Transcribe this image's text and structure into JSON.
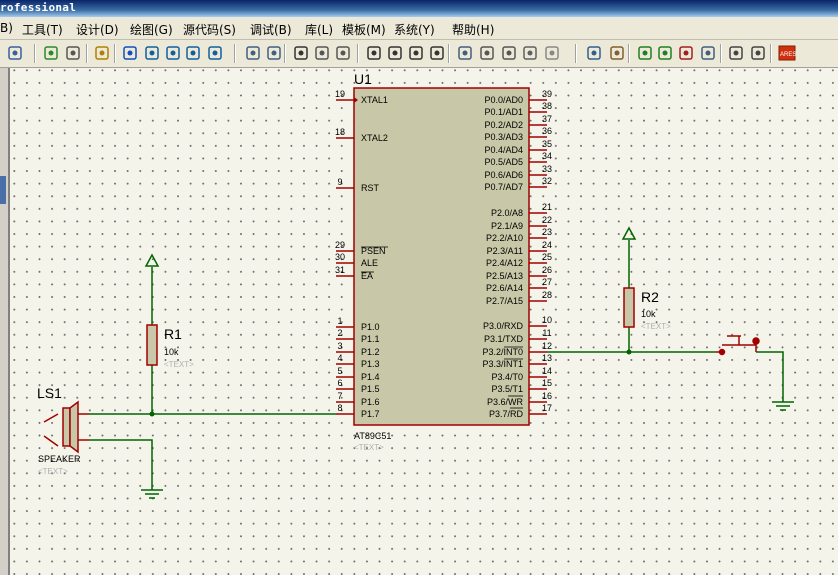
{
  "window": {
    "title": "rofessional"
  },
  "menu": [
    "B)",
    "工具(T)",
    "设计(D)",
    "绘图(G)",
    "源代码(S)",
    "调试(B)",
    "库(L)",
    "模板(M)",
    "系统(Y)",
    "帮助(H)"
  ],
  "toolbar_icons": [
    "file-icon",
    "refresh-icon",
    "grid-icon",
    "origin-icon",
    "pan-icon",
    "zoom-in-icon",
    "zoom-out-icon",
    "zoom-all-icon",
    "zoom-area-icon",
    "undo-icon",
    "redo-icon",
    "cut-icon",
    "copy-icon",
    "paste-icon",
    "block-copy-icon",
    "block-move-icon",
    "block-rotate-icon",
    "block-delete-icon",
    "pick-device-icon",
    "make-device-icon",
    "package-tool-icon",
    "decompose-icon",
    "wire-autorouter-icon",
    "search-tag-icon",
    "property-tool-icon",
    "new-sheet-icon",
    "add-sheet-icon",
    "remove-sheet-icon",
    "goto-sheet-icon",
    "bom-icon",
    "erc-icon",
    "ares-icon"
  ],
  "ares_label": "ARES",
  "u1": {
    "ref": "U1",
    "part": "AT89C51",
    "text_placeholder": "<TEXT>",
    "left_pins": [
      {
        "num": "19",
        "name": "XTAL1"
      },
      {
        "num": "18",
        "name": "XTAL2"
      },
      {
        "num": "9",
        "name": "RST"
      },
      {
        "num": "29",
        "name": "PSEN"
      },
      {
        "num": "30",
        "name": "ALE"
      },
      {
        "num": "31",
        "name": "EA"
      },
      {
        "num": "1",
        "name": "P1.0"
      },
      {
        "num": "2",
        "name": "P1.1"
      },
      {
        "num": "3",
        "name": "P1.2"
      },
      {
        "num": "4",
        "name": "P1.3"
      },
      {
        "num": "5",
        "name": "P1.4"
      },
      {
        "num": "6",
        "name": "P1.5"
      },
      {
        "num": "7",
        "name": "P1.6"
      },
      {
        "num": "8",
        "name": "P1.7"
      }
    ],
    "right_pins": [
      {
        "num": "39",
        "name": "P0.0/AD0"
      },
      {
        "num": "38",
        "name": "P0.1/AD1"
      },
      {
        "num": "37",
        "name": "P0.2/AD2"
      },
      {
        "num": "36",
        "name": "P0.3/AD3"
      },
      {
        "num": "35",
        "name": "P0.4/AD4"
      },
      {
        "num": "34",
        "name": "P0.5/AD5"
      },
      {
        "num": "33",
        "name": "P0.6/AD6"
      },
      {
        "num": "32",
        "name": "P0.7/AD7"
      },
      {
        "num": "21",
        "name": "P2.0/A8"
      },
      {
        "num": "22",
        "name": "P2.1/A9"
      },
      {
        "num": "23",
        "name": "P2.2/A10"
      },
      {
        "num": "24",
        "name": "P2.3/A11"
      },
      {
        "num": "25",
        "name": "P2.4/A12"
      },
      {
        "num": "26",
        "name": "P2.5/A13"
      },
      {
        "num": "27",
        "name": "P2.6/A14"
      },
      {
        "num": "28",
        "name": "P2.7/A15"
      },
      {
        "num": "10",
        "name": "P3.0/RXD"
      },
      {
        "num": "11",
        "name": "P3.1/TXD"
      },
      {
        "num": "12",
        "name": "P3.2/INT0"
      },
      {
        "num": "13",
        "name": "P3.3/INT1"
      },
      {
        "num": "14",
        "name": "P3.4/T0"
      },
      {
        "num": "15",
        "name": "P3.5/T1"
      },
      {
        "num": "16",
        "name": "P3.6/WR"
      },
      {
        "num": "17",
        "name": "P3.7/RD"
      }
    ]
  },
  "r1": {
    "ref": "R1",
    "value": "10k",
    "text_placeholder": "<TEXT>"
  },
  "r2": {
    "ref": "R2",
    "value": "10k",
    "text_placeholder": "<TEXT>"
  },
  "ls1": {
    "ref": "LS1",
    "part": "SPEAKER",
    "text_placeholder": "<TEXT>"
  },
  "colors": {
    "wire": "#006400",
    "component": "#a00000",
    "body_fill": "#c8c8a8",
    "canvas": "#f5f4ea"
  }
}
